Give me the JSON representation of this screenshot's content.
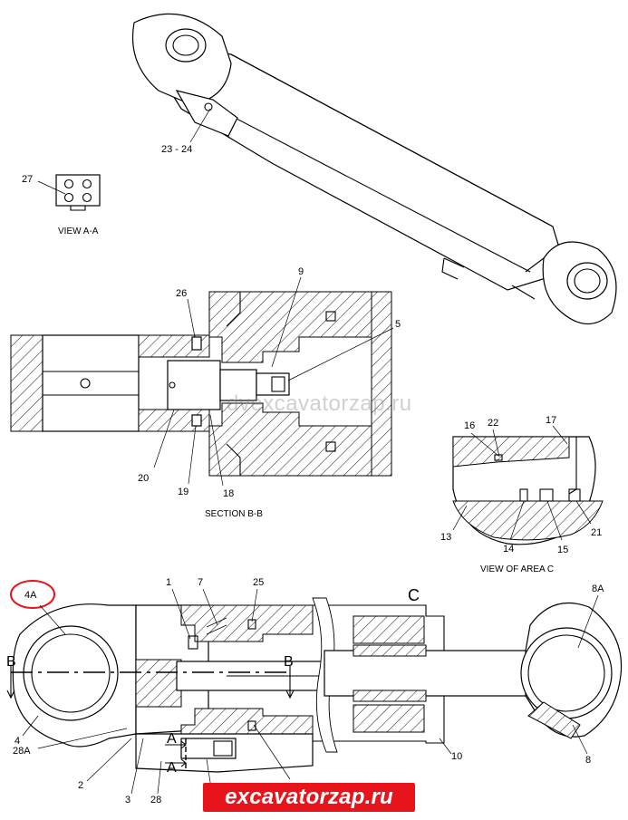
{
  "labels": {
    "l_23_24": "23 - 24",
    "l_27": "27",
    "view_aa": "VIEW A-A",
    "l_9": "9",
    "l_26": "26",
    "l_5": "5",
    "l_20": "20",
    "l_19": "19",
    "l_18": "18",
    "section_bb": "SECTION B-B",
    "l_16": "16",
    "l_22": "22",
    "l_17": "17",
    "l_13": "13",
    "l_14": "14",
    "l_15": "15",
    "l_21": "21",
    "view_area_c": "VIEW OF AREA C",
    "l_4a": "4A",
    "l_1": "1",
    "l_7": "7",
    "l_25": "25",
    "l_c": "C",
    "l_8a": "8A",
    "l_b_left": "B",
    "l_b_right": "B",
    "l_4": "4",
    "l_28a": "28A",
    "l_2": "2",
    "l_3": "3",
    "l_28": "28",
    "l_1_bottom": "1",
    "l_a_upper": "A",
    "l_a_lower": "A",
    "l_10": "10",
    "l_8": "8"
  },
  "watermark": "dvexcavatorzap.ru",
  "banner": "excavatorzap.ru",
  "colors": {
    "banner": "#e8141b",
    "highlight_circle": "#e8141b",
    "line": "#000000"
  }
}
